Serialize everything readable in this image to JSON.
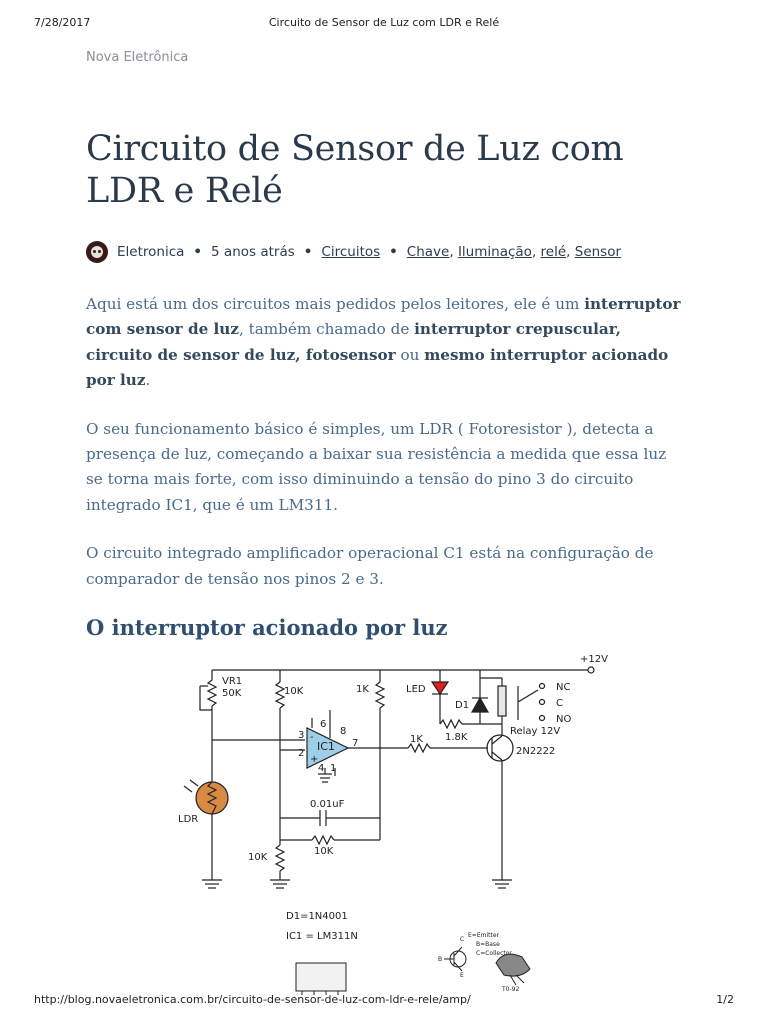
{
  "print_header": {
    "date": "7/28/2017",
    "title": "Circuito de Sensor de Luz com LDR e Relé"
  },
  "site_name": "Nova Eletrônica",
  "article": {
    "title": "Circuito de Sensor de Luz com LDR e Relé",
    "meta": {
      "author": "Eletronica",
      "time": "5 anos atrás",
      "category": "Circuitos",
      "tags": [
        "Chave",
        "Iluminação",
        "relé",
        "Sensor"
      ]
    },
    "p1": {
      "t1": "Aqui está um dos circuitos mais pedidos pelos leitores, ele é um ",
      "b1": "interruptor com sensor de luz",
      "t2": ", também chamado de ",
      "b2": "interruptor crepuscular, circuito de sensor de luz, fotosensor",
      "t3": " ou ",
      "b3": "mesmo interruptor acionado por luz",
      "t4": "."
    },
    "p2": "O seu funcionamento básico é simples, um LDR ( Fotoresistor ), detecta a presença de luz, começando a baixar sua resistência a medida que essa luz se torna mais forte, com isso diminuindo a tensão do pino 3 do circuito integrado IC1, que é um LM311.",
    "p3": "O circuito integrado amplificador operacional C1 está na configuração de comparador de tensão nos pinos 2 e 3.",
    "subheading": "O  interruptor acionado por luz"
  },
  "schematic_labels": {
    "vcc": "+12V",
    "vr1": "VR1",
    "vr1_val": "50K",
    "r_10k_top": "10K",
    "r_1k_top": "1K",
    "ic1": "IC1",
    "pin6": "6",
    "pin8": "8",
    "pin3": "3",
    "pin2": "2",
    "pin4": "4",
    "pin7": "7",
    "pin1": "1",
    "minus": "-",
    "plus": "+",
    "led": "LED",
    "d1": "D1",
    "r_1k8": "1.8K",
    "r_1k": "1K",
    "nc": "NC",
    "c": "C",
    "no": "NO",
    "relay": "Relay 12V",
    "transistor": "2N2222",
    "ldr": "LDR",
    "cap": "0.01uF",
    "r_10k_fb": "10K",
    "r_10k_bot": "10K"
  },
  "parts_labels": {
    "d1_part": "D1=1N4001",
    "ic1_part": "IC1 =  LM311N",
    "e": "E=Emitter",
    "b": "B=Base",
    "c": "C=Collector",
    "pkg": "T0-92",
    "b_pin": "B",
    "e_pin": "E",
    "c_pin": "C"
  },
  "print_footer": {
    "url": "http://blog.novaeletronica.com.br/circuito-de-sensor-de-luz-com-ldr-e-rele/amp/",
    "page": "1/2"
  }
}
